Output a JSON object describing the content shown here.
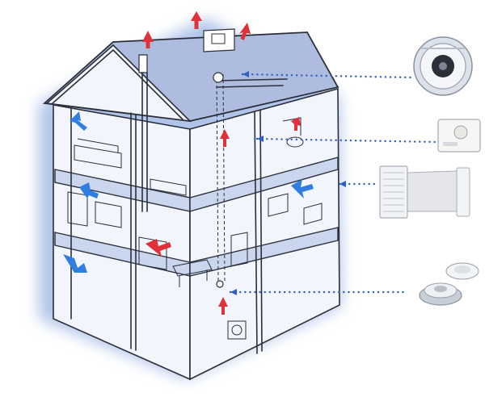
{
  "components": [
    {
      "id": "inline-duct-fan",
      "icon": "inline-duct-fan-icon"
    },
    {
      "id": "humidity-controller",
      "icon": "humidity-controller-icon"
    },
    {
      "id": "wall-air-inlet",
      "icon": "wall-air-inlet-icon"
    },
    {
      "id": "exhaust-grille",
      "icon": "exhaust-grille-icon"
    }
  ],
  "colors": {
    "exhaust_air": "#e0313a",
    "fresh_air": "#2f7ee0",
    "glow": "#6f94d8",
    "dotted_leader": "#2f5fc0"
  }
}
